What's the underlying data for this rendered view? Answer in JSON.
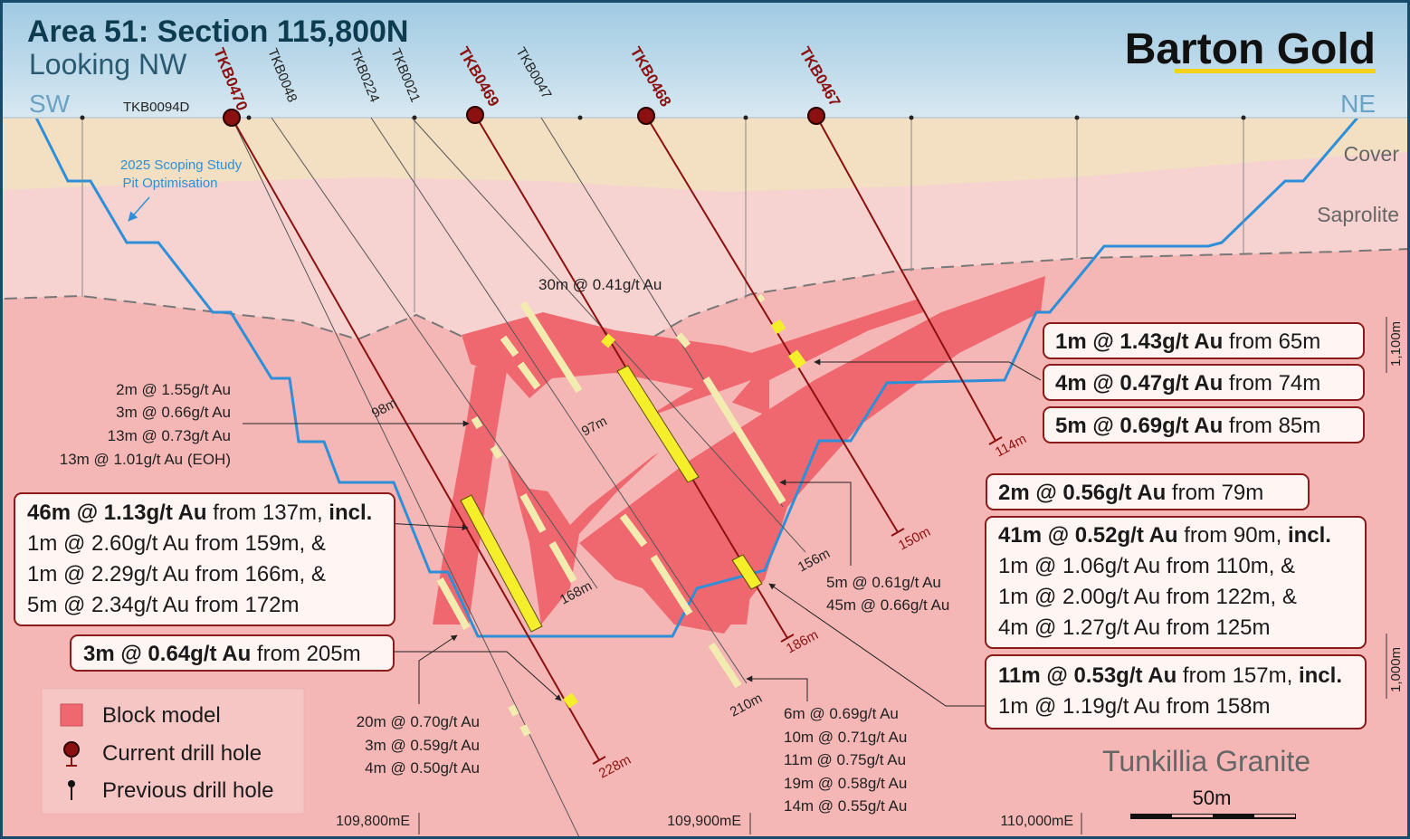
{
  "title": {
    "area": "Area 51:",
    "section": " Section 115,800N",
    "looking": "Looking NW"
  },
  "compass": {
    "left": "SW",
    "right": "NE"
  },
  "brand": "Barton Gold",
  "layers": {
    "cover": "Cover",
    "saprolite": "Saprolite",
    "granite": "Tunkillia Granite"
  },
  "pit_label": {
    "line1": "2025 Scoping Study",
    "line2": "Pit Optimisation"
  },
  "elevations": [
    "1,100m",
    "1,000m"
  ],
  "eastings": [
    "109,800mE",
    "109,900mE",
    "110,000mE"
  ],
  "scale": "50m",
  "holes": {
    "TKB0094D": "TKB0094D",
    "TKB0470": "TKB0470",
    "TKB0048": "TKB0048",
    "TKB0224": "TKB0224",
    "TKB0021": "TKB0021",
    "TKB0469": "TKB0469",
    "TKB0047": "TKB0047",
    "TKB0468": "TKB0468",
    "TKB0467": "TKB0467"
  },
  "depths": {
    "d98": "98m",
    "d97": "97m",
    "d168": "168m",
    "d156": "156m",
    "d210": "210m",
    "d228": "228m",
    "d186": "186m",
    "d150": "150m",
    "d114": "114m"
  },
  "small_annotations": {
    "top": "30m @ 0.41g/t Au",
    "left_group": [
      "2m @ 1.55g/t Au",
      "3m @ 0.66g/t Au",
      "13m @ 0.73g/t Au",
      "13m @ 1.01g/t Au (EOH)"
    ],
    "mid_right": [
      "5m @ 0.61g/t Au",
      "45m @ 0.66g/t Au"
    ],
    "bottom_left": [
      "20m @ 0.70g/t Au",
      "3m @ 0.59g/t Au",
      "4m @ 0.50g/t Au"
    ],
    "bottom_mid": [
      "6m @ 0.69g/t Au",
      "10m @ 0.71g/t Au",
      "11m @ 0.75g/t Au",
      "19m @ 0.58g/t Au",
      "14m @ 0.55g/t Au"
    ]
  },
  "boxes": {
    "b1": {
      "bold": "1m @ 1.43g/t Au",
      "rest": " from 65m"
    },
    "b2": {
      "bold": "4m @ 0.47g/t Au",
      "rest": " from 74m"
    },
    "b3": {
      "bold": "5m @ 0.69g/t Au",
      "rest": " from 85m"
    },
    "b4": {
      "bold": "2m @ 0.56g/t Au",
      "rest": " from 79m"
    },
    "b5": {
      "bold": "41m @ 0.52g/t Au",
      "rest": " from 90m, ",
      "incl": "incl.",
      "lines": [
        "1m @ 1.06g/t Au from 110m, &",
        "1m @ 2.00g/t Au from 122m, &",
        "4m @ 1.27g/t Au from 125m"
      ]
    },
    "b6": {
      "bold": "11m @ 0.53g/t Au",
      "rest": " from 157m, ",
      "incl": "incl.",
      "lines": [
        "1m @ 1.19g/t Au from 158m"
      ]
    },
    "b7": {
      "bold": "46m @ 1.13g/t Au",
      "rest": " from 137m, ",
      "incl": "incl.",
      "lines": [
        "1m @ 2.60g/t Au from 159m, &",
        "1m @ 2.29g/t Au from 166m, &",
        "5m @ 2.34g/t Au from 172m"
      ]
    },
    "b8": {
      "bold": "3m @ 0.64g/t Au",
      "rest": " from 205m"
    }
  },
  "legend": {
    "block": "Block model",
    "current": "Current drill hole",
    "previous": "Previous drill hole"
  },
  "colors": {
    "cover": "#f3dfc2",
    "saprolite": "#f6d3d0",
    "granite": "#f5b7b6",
    "block": "#f0686f",
    "pit": "#2e8fd8",
    "current_hole": "#8b1010",
    "intercept": "#f4ef2a",
    "prev_intercept": "#f2ecb0"
  }
}
